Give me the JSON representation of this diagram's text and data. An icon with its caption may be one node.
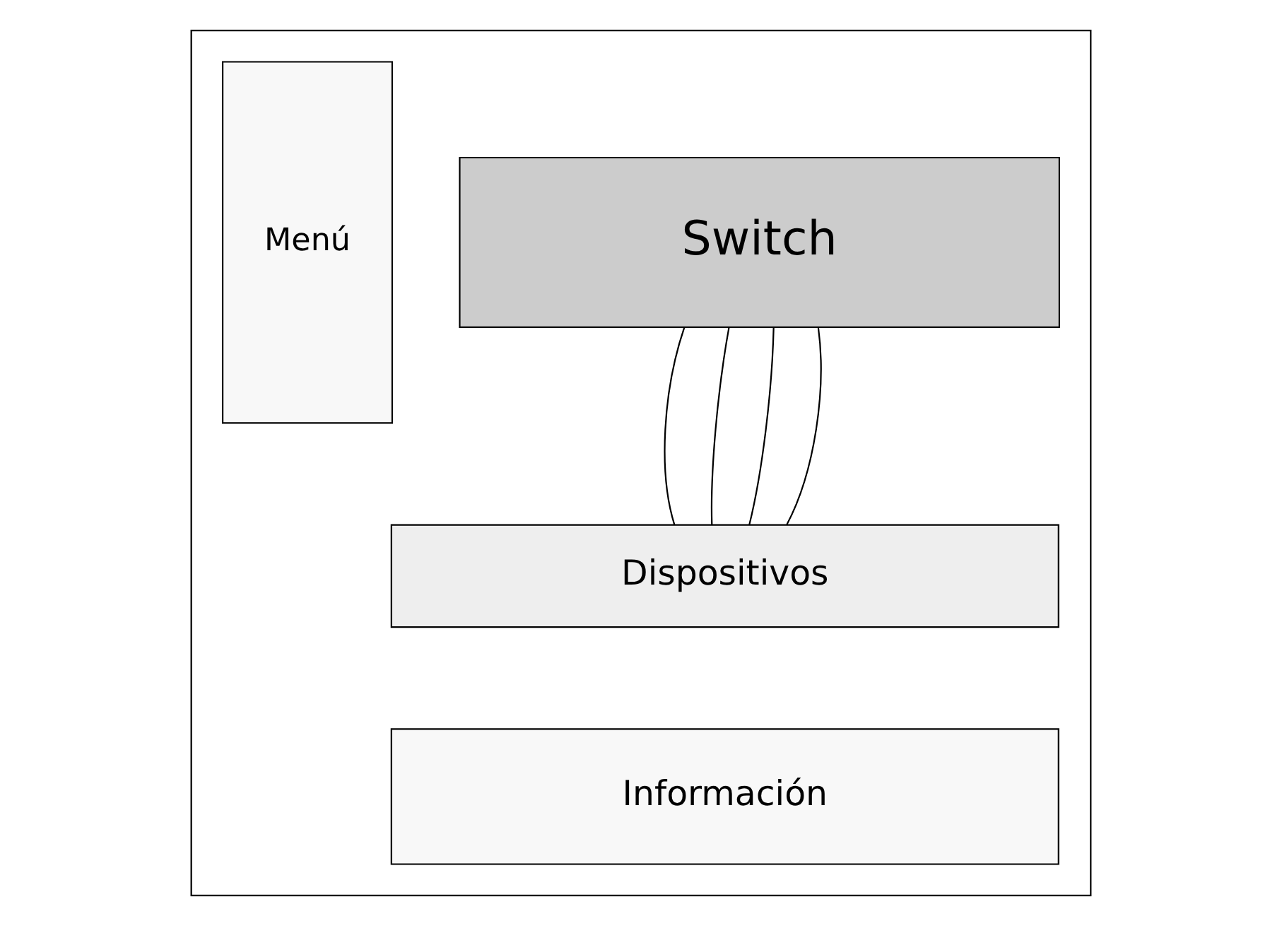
{
  "diagram": {
    "nodes": [
      {
        "text": [],
        "shape": "box"
      },
      {
        "text": [
          "Menú"
        ],
        "in": 0
      },
      {
        "text": [
          "Switch"
        ],
        "in": 0
      },
      {
        "text": [
          "Dispositivos"
        ],
        "in": 0
      },
      {
        "text": [
          "Información"
        ],
        "in": 0
      }
    ],
    "edges": [
      {
        "from": 2,
        "to": 3,
        "arrow": "none"
      },
      {
        "from": 2,
        "to": 3,
        "arrow": "none"
      },
      {
        "from": 2,
        "to": 3,
        "arrow": "none"
      },
      {
        "from": 2,
        "to": 3,
        "arrow": "none"
      }
    ]
  }
}
